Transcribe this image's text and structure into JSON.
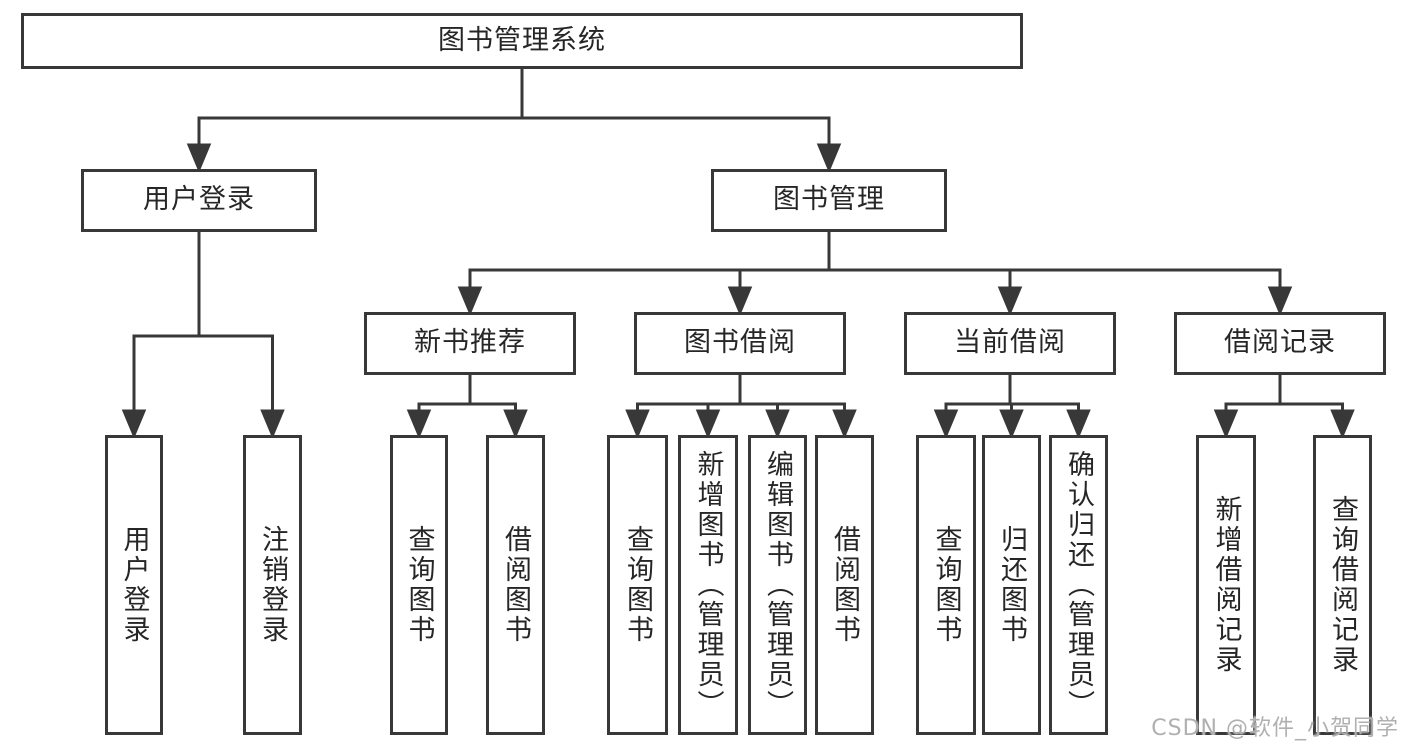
{
  "watermark": "CSDN @软件_小贺同学",
  "colors": {
    "line": "#383838",
    "box_border": "#383838",
    "box_fill": "#ffffff",
    "text": "#262626",
    "watermark": "#b0b0b0"
  },
  "tree": {
    "root": "图书管理系统",
    "branches": [
      {
        "label": "用户登录",
        "children": [
          "用户登录",
          "注销登录"
        ]
      },
      {
        "label": "图书管理",
        "sections": [
          {
            "label": "新书推荐",
            "children": [
              "查询图书",
              "借阅图书"
            ]
          },
          {
            "label": "图书借阅",
            "children": [
              "查询图书",
              "新增图书（管理员）",
              "编辑图书（管理员）",
              "借阅图书"
            ]
          },
          {
            "label": "当前借阅",
            "children": [
              "查询图书",
              "归还图书",
              "确认归还（管理员）"
            ]
          },
          {
            "label": "借阅记录",
            "children": [
              "新增借阅记录",
              "查询借阅记录"
            ]
          }
        ]
      }
    ]
  }
}
